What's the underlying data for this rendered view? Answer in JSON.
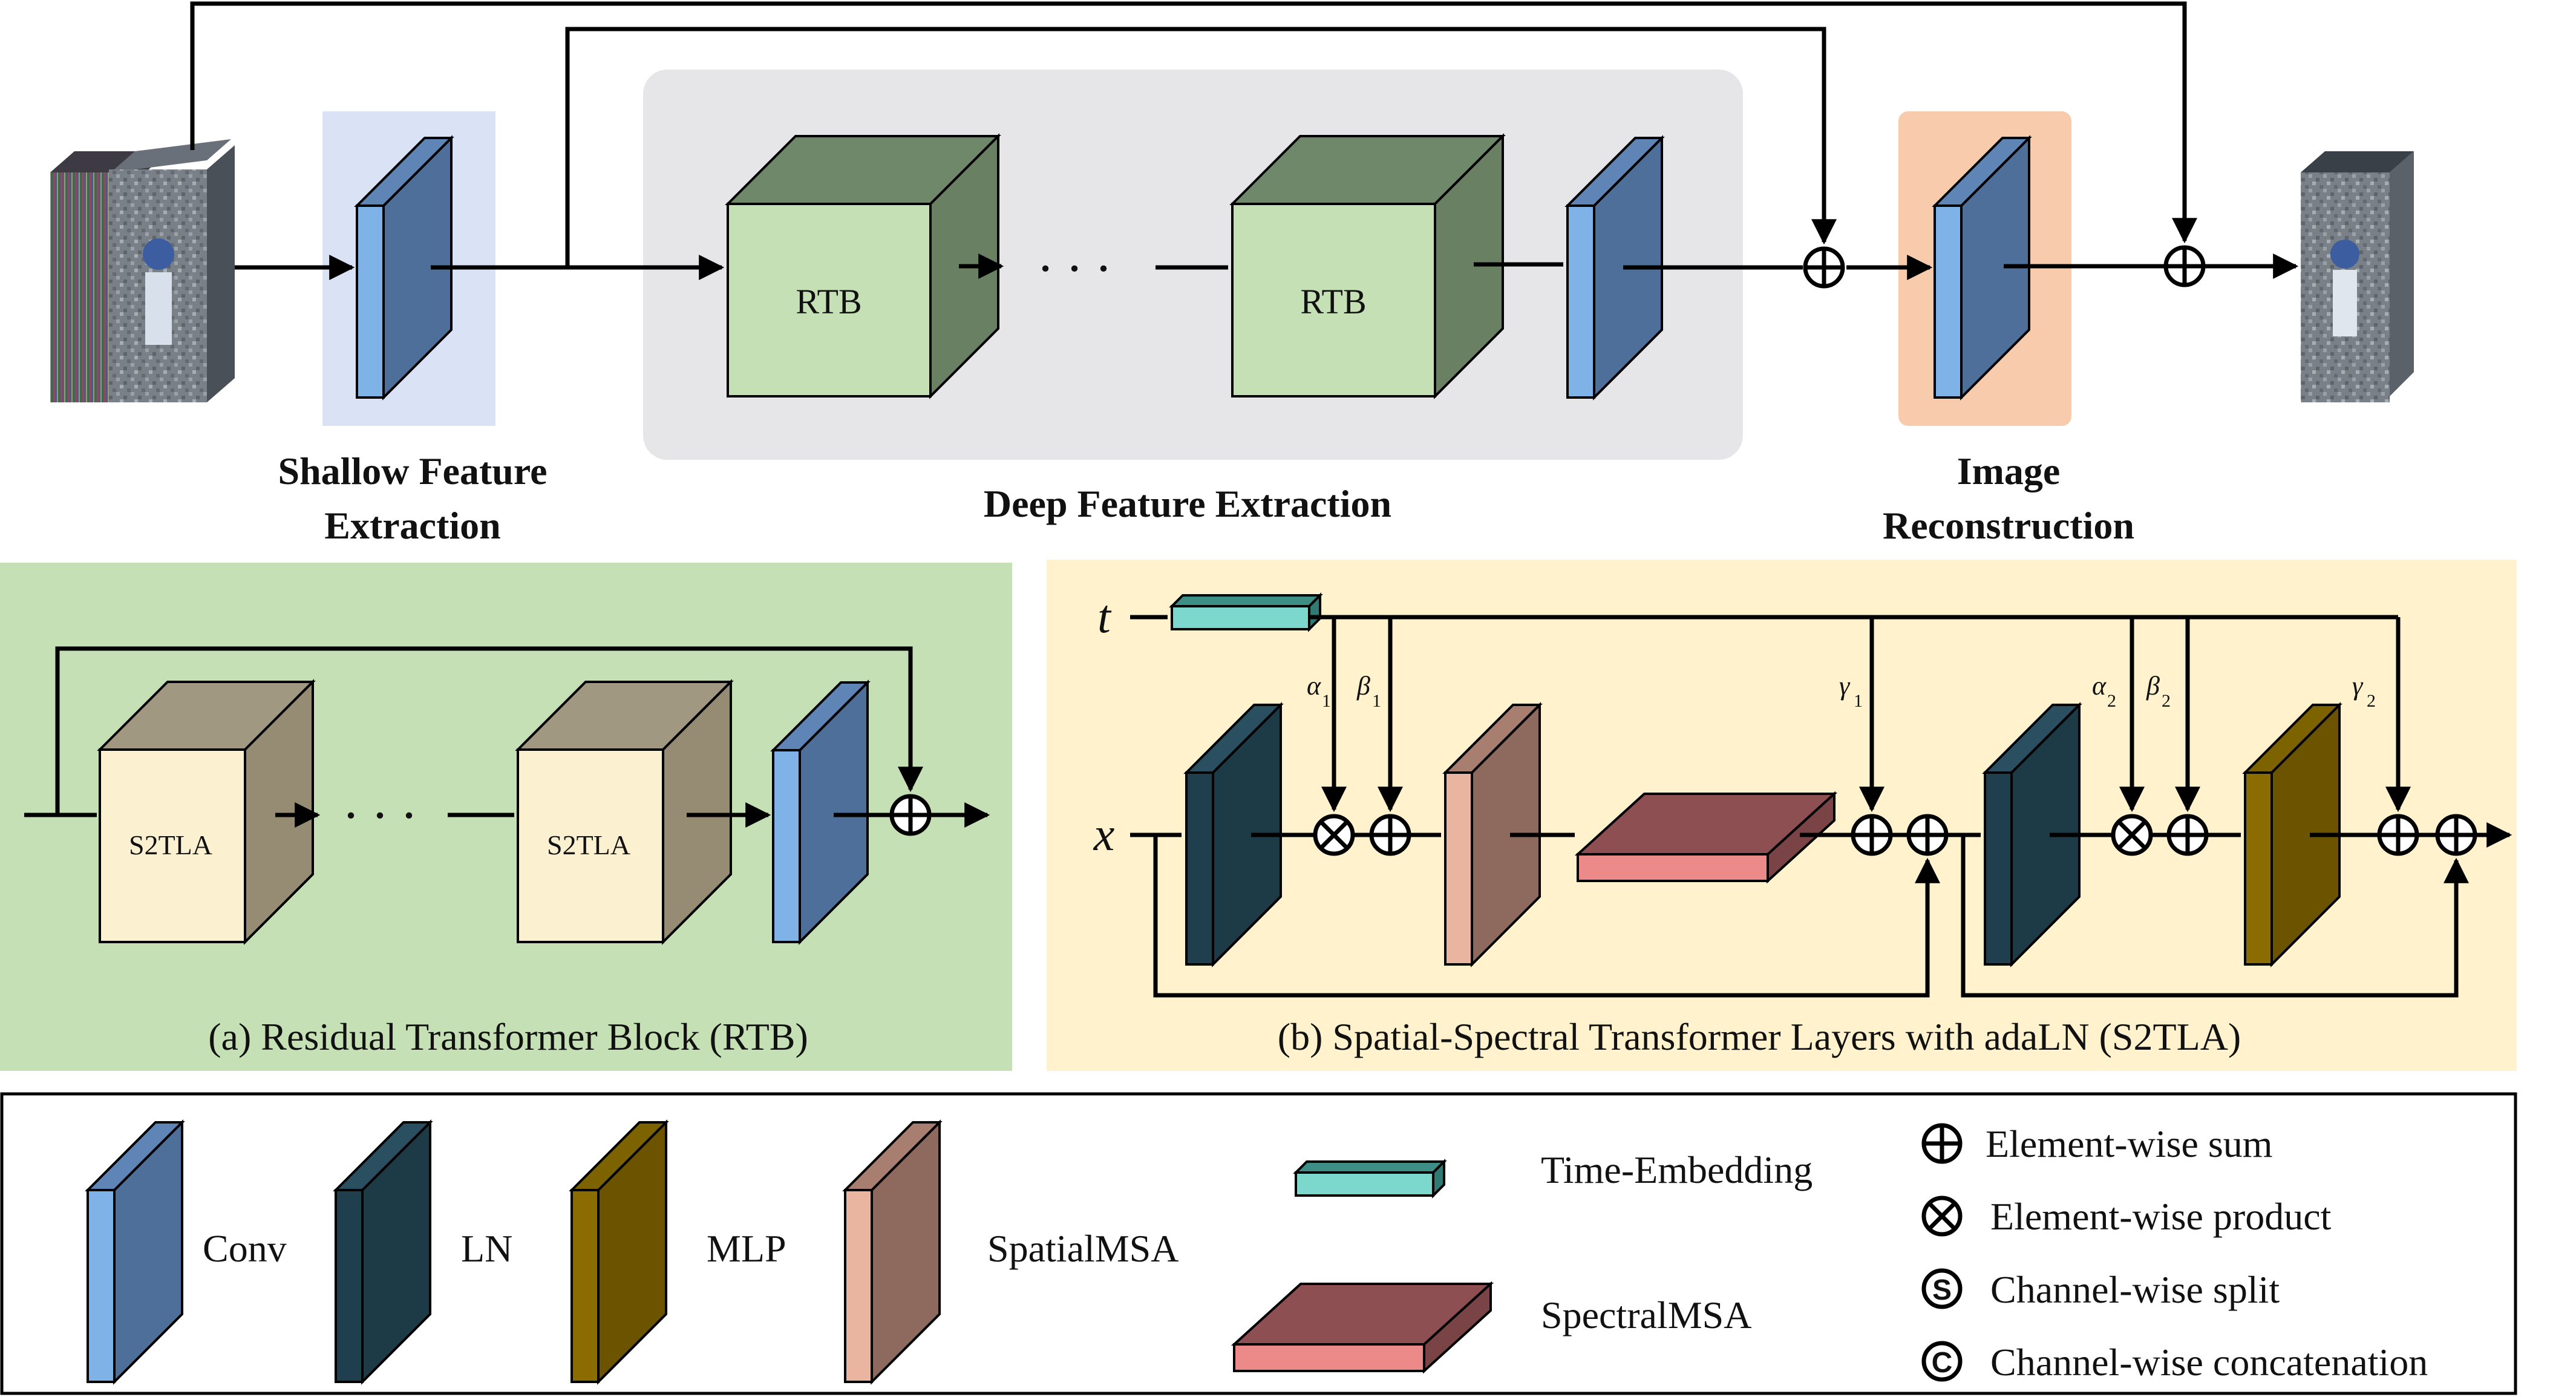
{
  "colors": {
    "conv_front": "#7fb3e8",
    "conv_side": "#4e6f99",
    "ln": "#1f3f4f",
    "mlp": "#6b5300",
    "spatial_front": "#e9b4a0",
    "spatial_side": "#8e6a5e",
    "spectral_top": "#8e4f52",
    "spectral_front": "#ec8a8a",
    "time_front": "#7cd8cc",
    "time_top": "#3d8f86",
    "rtb_front": "#c5e0b4",
    "rtb_side": "#6a8063",
    "s2tla_front": "#fbf0cf",
    "s2tla_side": "#958c73",
    "shallow_bg": "#dae3f6",
    "deep_bg": "#e6e5e8",
    "recon_bg": "#f8cbad",
    "panel_a_bg": "#c5e0b4",
    "panel_b_bg": "#fff2cc"
  },
  "top": {
    "shallow_label_1": "Shallow Feature",
    "shallow_label_2": "Extraction",
    "deep_label": "Deep Feature Extraction",
    "recon_label_1": "Image",
    "recon_label_2": "Reconstruction",
    "rtb_1": "RTB",
    "rtb_2": "RTB",
    "dots": ". . ."
  },
  "panel_a": {
    "s2tla_1": "S2TLA",
    "s2tla_2": "S2TLA",
    "dots": ". . .",
    "caption": "(a) Residual Transformer Block (RTB)"
  },
  "panel_b": {
    "t": "t",
    "x": "x",
    "alpha": "α",
    "beta": "β",
    "gamma": "γ",
    "sub1": "1",
    "sub2": "2",
    "caption": "(b) Spatial-Spectral Transformer Layers with adaLN (S2TLA)"
  },
  "legend": {
    "conv": "Conv",
    "ln": "LN",
    "mlp": "MLP",
    "spatial": "SpatialMSA",
    "time": "Time-Embedding",
    "spectral": "SpectralMSA",
    "sum": "Element-wise sum",
    "product": "Element-wise product",
    "split": "Channel-wise split",
    "concat": "Channel-wise concatenation",
    "split_glyph": "S",
    "concat_glyph": "C"
  }
}
